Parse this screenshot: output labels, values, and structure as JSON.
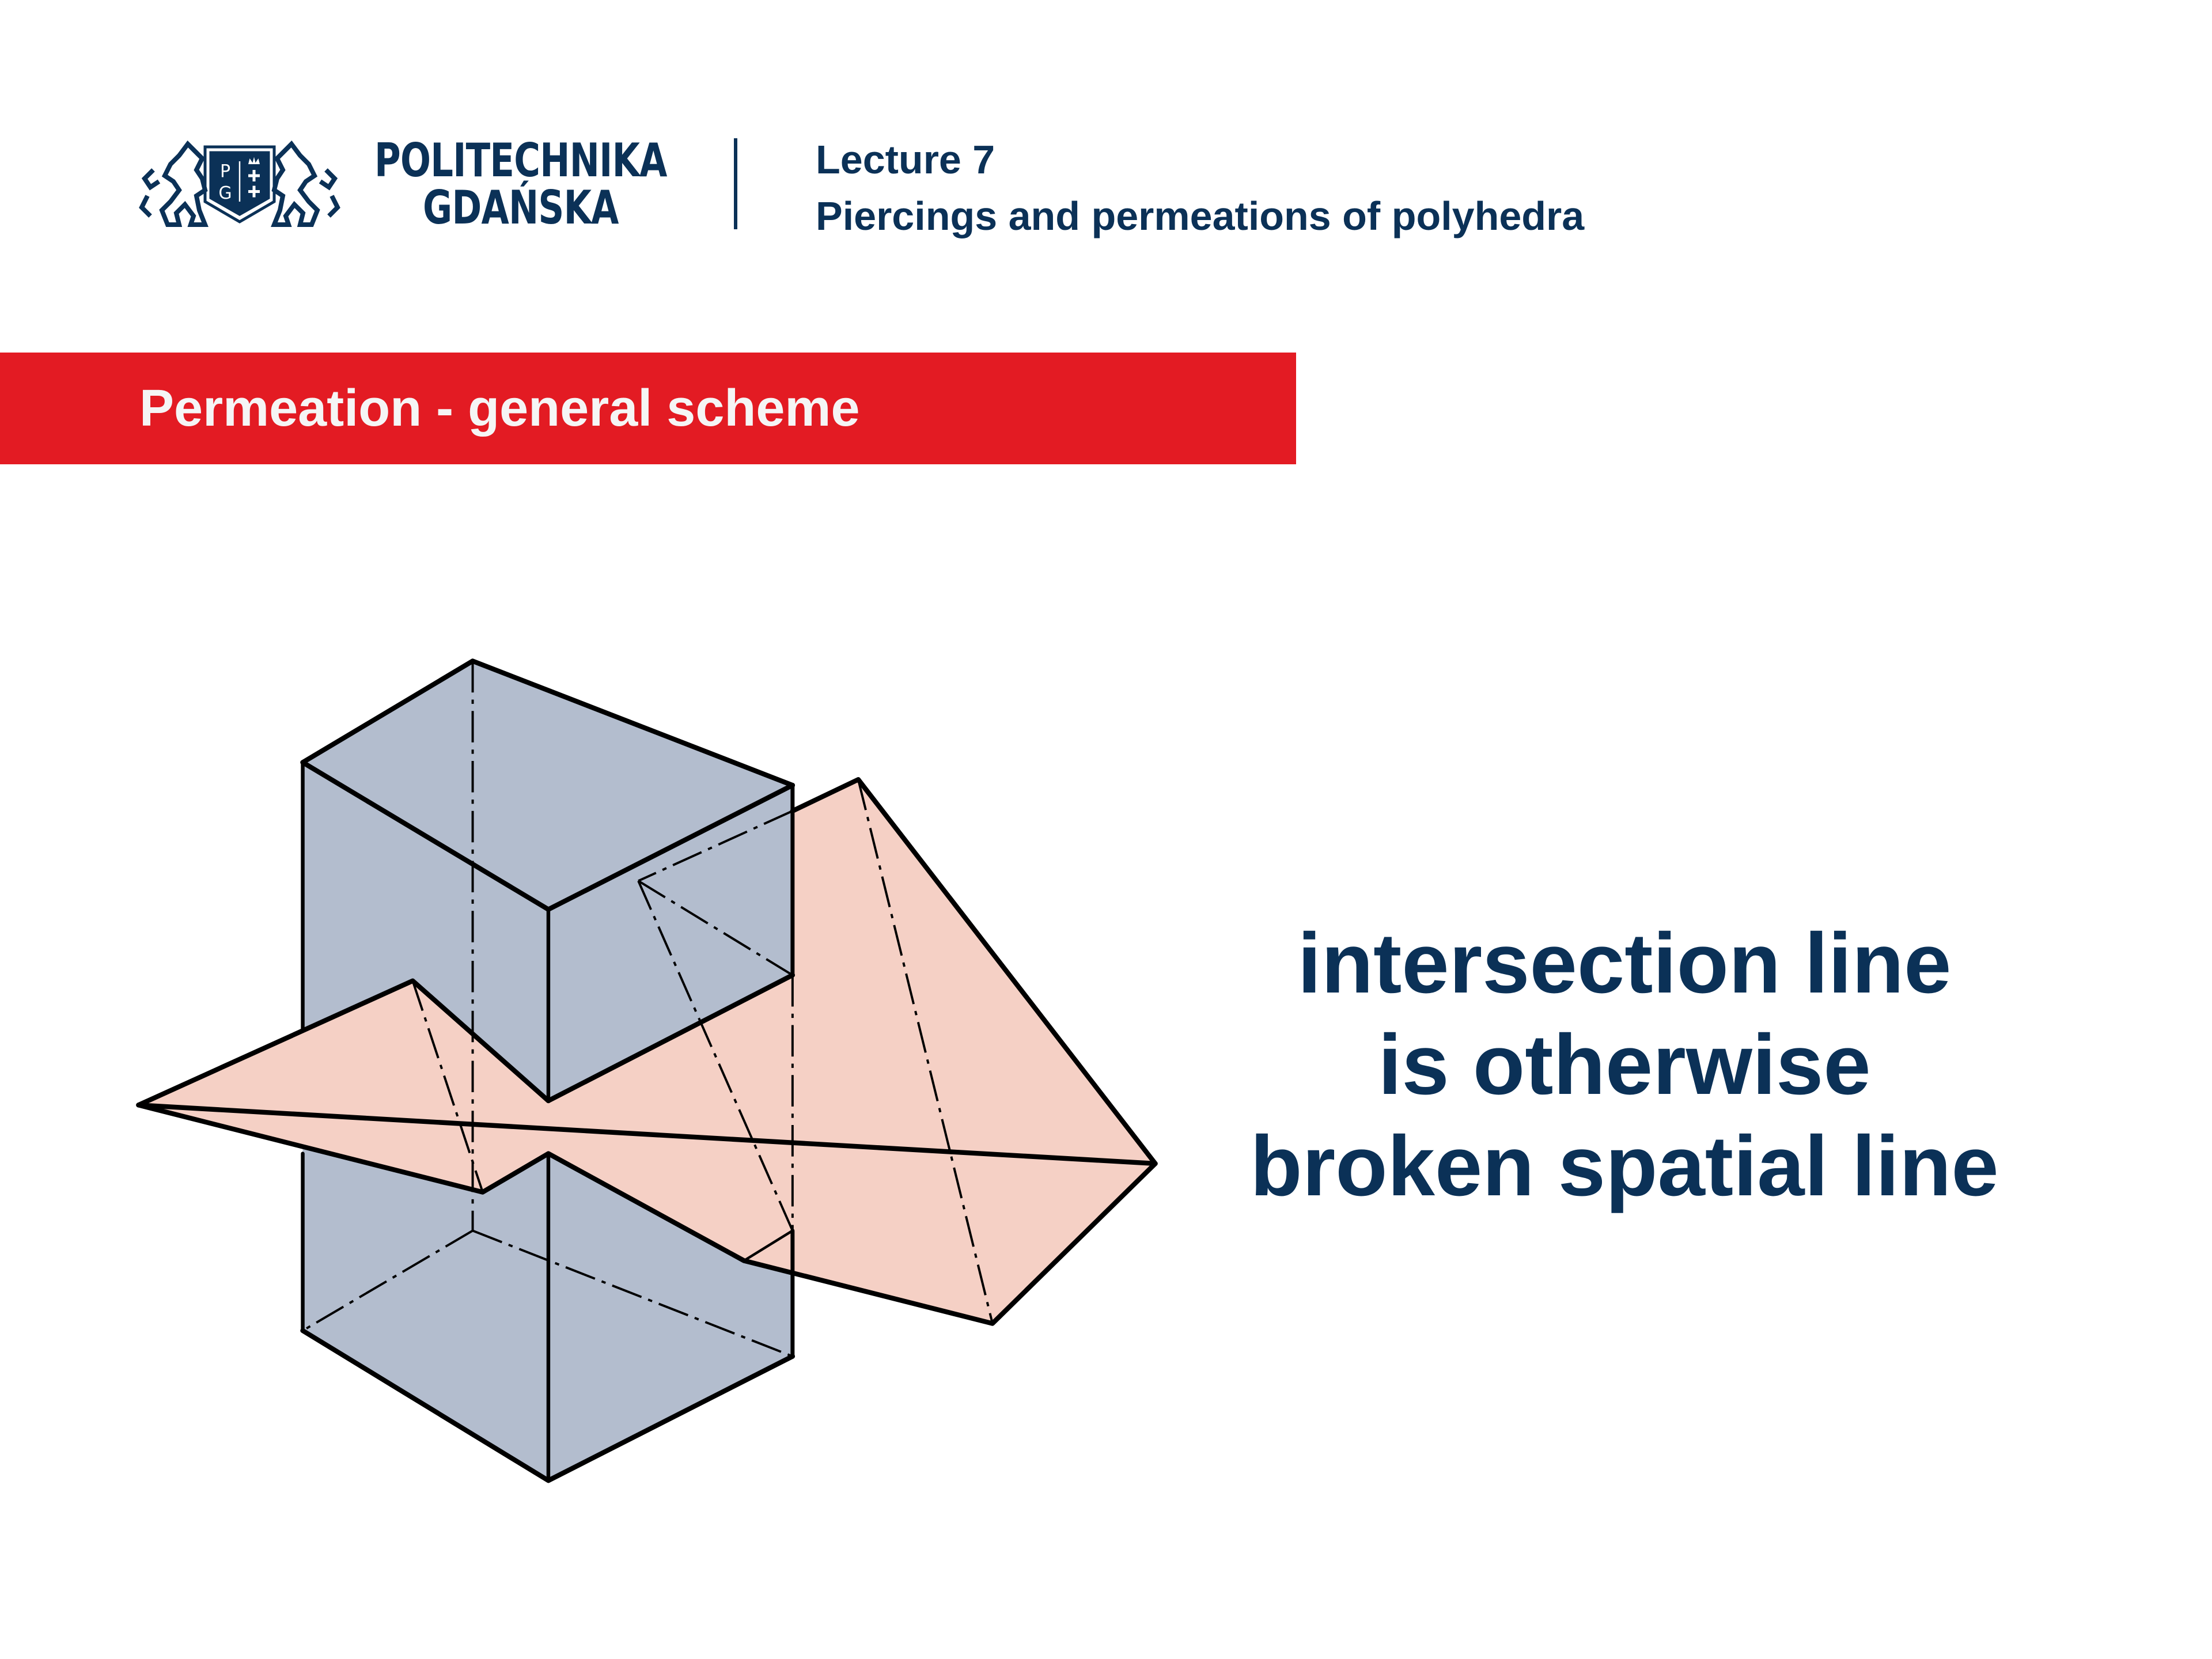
{
  "header": {
    "logo": {
      "name": "politechnika-gdanska-crest",
      "shield_letters": [
        "P",
        "G"
      ],
      "shield_symbols": [
        "crown",
        "cross",
        "cross"
      ]
    },
    "brand_line1": "POLITECHNIKA",
    "brand_line2": "GDAŃSKA",
    "lecture_number": "Lecture 7",
    "lecture_title": "Piercings and permeations of polyhedra"
  },
  "banner": {
    "title": "Permeation - general scheme"
  },
  "figure": {
    "description": "Prism permeated by a pyramid, with hidden edges dashed",
    "colors": {
      "prism_fill": "#b3bdce",
      "pyramid_fill": "#f5d0c5",
      "edge": "#000000"
    }
  },
  "caption": {
    "line1": "intersection line",
    "line2": "is otherwise",
    "line3": "broken spatial line"
  },
  "colors": {
    "navy": "#0b3157",
    "red": "#e31b23",
    "white": "#ffffff"
  }
}
